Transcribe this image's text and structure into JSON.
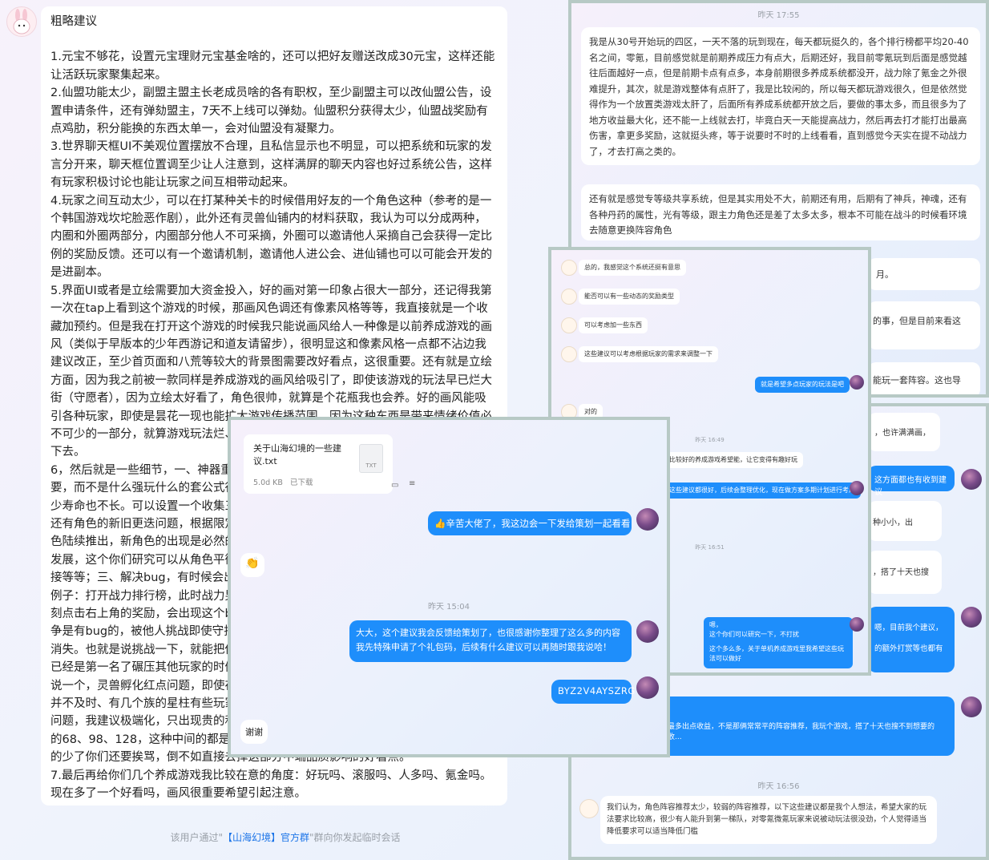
{
  "main": {
    "title": "粗略建议",
    "paragraphs": [
      "1.元宝不够花，设置元宝理财元宝基金啥的，还可以把好友赠送改成30元宝，这样还能让活跃玩家聚集起来。",
      "2.仙盟功能太少，副盟主盟主长老成员啥的各有职权，至少副盟主可以改仙盟公告，设置申请条件，还有弹劾盟主，7天不上线可以弹劾。仙盟积分获得太少，仙盟战奖励有点鸡肋，积分能换的东西太单一，会对仙盟没有凝聚力。",
      "3.世界聊天框UI不美观位置摆放不合理，且私信显示也不明显，可以把系统和玩家的发言分开来，聊天框位置调至少让人注意到，这样满屏的聊天内容也好过系统公告，这样有玩家积极讨论也能让玩家之间互相带动起来。",
      "4.玩家之间互动太少，可以在打某种关卡的时候借用好友的一个角色这种（参考的是一个韩国游戏坎坨脸恶作剧），此外还有灵兽仙铺内的材料获取，我认为可以分成两种，内圈和外圈两部分，内圈部分他人不可采摘，外圈可以邀请他人采摘自己会获得一定比例的奖励反馈。还可以有一个邀请机制，邀请他人进公会、进仙铺也可以可能会开发的是进副本。",
      "5.界面UI或者是立绘需要加大资金投入，好的画对第一印象占很大一部分，还记得我第一次在tap上看到这个游戏的时候，那画风色调还有像素风格等等，我直接就是一个收藏加预约。但是我在打开这个游戏的时候我只能说画风给人一种像是以前养成游戏的画风（类似于早版本的少年西游记和道友请留步），很明显这和像素风格一点都不沾边我建议改正，至少首页面和八荒等较大的背景图需要改好看点，这很重要。还有就是立绘方面，因为我之前被一款同样是养成游戏的画风给吸引了，即使该游戏的玩法早已烂大街（守愿者），因为立绘太好看了，角色很帅，就算是个花瓶我也会养。好的画风能吸引各种玩家，即使是昙花一现也能扩大游戏传播范围，因为这种东西是带来情绪价值必不可少的一部分，就算游戏玩法烂、单一，但是",
      "下去。",
      "6，然后就是一些细节，一、神器重",
      "要，而不是什么强玩什么的套公式行",
      "少寿命也不长。可以设置一个收集三",
      "还有角色的新旧更迭问题，根据限定",
      "色陆续推出，新角色的出现是必然的",
      "发展，这个你们研究可以从角色平衡",
      "接等等；三、解决bug，有时候会出",
      "例子：打开战力排行榜，此时战力男",
      "刻点击右上角的奖励，会出现这个b",
      "争是有bug的，被他人挑战即使守护",
      "消失。也就是说挑战一下，就能把你",
      "已经是第一名了碾压其他玩家的时候",
      "说一个，灵兽孵化红点问题，即使在",
      "并不及时、有几个族的星柱有些玩家",
      "问题，我建议极端化，只出现贵的和",
      "的68、98、128，这种中间的都是摸",
      "的少了你们还要挨骂，倒不如直接去掉这部分中端品质影响的好看点。",
      "7.最后再给你们几个养成游戏我比较在意的角度：好玩吗、滚服吗、人多吗、氪金吗。现在多了一个好看吗，画风很重要希望引起注意。"
    ]
  },
  "footer": {
    "prefix": "该用户通过\"",
    "group": "【山海幻境】官方群",
    "suffix": "\"群向你发起临时会话"
  },
  "top_right": {
    "timestamp": "昨天 17:55",
    "bubble1": "我是从30号开始玩的四区，一天不落的玩到现在，每天都玩挺久的，各个排行榜都平均20-40名之间，零氪，目前感觉就是前期养成压力有点大，后期还好，我目前零氪玩到后面是感觉越往后面越好一点，但是前期卡点有点多，本身前期很多养成系统都没开，战力除了氪金之外很难提升，其次，就是游戏整体有点肝了，我是比较闲的，所以每天都玩游戏很久，但是依然觉得作为一个放置类游戏太肝了，后面所有养成系统都开放之后，要做的事太多，而且很多为了地方收益最大化，还不能一上线就去打，毕竟白天一天能提高战力，然后再去打才能打出最高伤害，拿更多奖励，这就挺头疼，等于说要时不时的上线看看，直到感觉今天实在提不动战力了，才去打高之类的。",
    "bubble2": "还有就是感觉专等级共享系统，但是其实用处不大，前期还有用，后期有了神兵，神魂，还有各种丹药的属性，光有等级，跟主力角色还是差了太多太多，根本不可能在战斗的时候看环境去随意更换阵容角色",
    "frag1": "月。",
    "frag2": "的事，但是目前来看这",
    "frag3": "能玩一套阵容。这也导"
  },
  "mid": {
    "msgs": [
      "总的，我感觉这个系统还挺有意思",
      "能否可以有一些动态的奖励类型",
      "可以考虑加一些东西",
      "这些建议可以考虑根据玩家的需求来调整一下"
    ],
    "reply1": "就是希望多点玩家的玩法是吧",
    "ts1": "昨天 16:49",
    "line_a": "对的",
    "line_b": "比较好的养成游戏希望能，让它变得有趣好玩",
    "reply2": "这些建议都很好，后续会整理优化，现在做方案多期计划进行考虑",
    "ts2": "昨天 16:51",
    "reply3_title": "嗯，",
    "reply3_l1": "这个你们可以研究一下，不打扰",
    "reply3_l2": "这个多么多，关于单机养成游戏里我希望这些玩法可以做好"
  },
  "br": {
    "frag1": "，也许满满画，",
    "reply1": "这方面都也有收到建议",
    "frag2": "种小小，出",
    "frag3": "，搭了十天也搜",
    "reply2_a": "嗯，目前我个建议，",
    "reply2_b": "的额外打赏等也都有",
    "reply3": "最多出点收益，不是那俩常常平的阵容推荐，我玩个游戏，搭了十天也搜不到想要的收...",
    "timestamp": "昨天 16:56",
    "last": "我们认为，角色阵容推荐太少，较弱的阵容推荐，以下这些建议都是我个人想法，希望大家的玩法要求比较高，很少有人能升到第一梯队，对零氪微氪玩家来说被动玩法很没劲，个人觉得适当降低要求可以适当降低门槛"
  },
  "front": {
    "file_name": "关于山海幻境的一些建议.txt",
    "file_size": "5.0d KB",
    "file_status": "已下载",
    "file_ext": "TXT",
    "msg1": "👍辛苦大佬了，我这边会一下发给策划一起看看",
    "emoji": "👏",
    "timestamp": "昨天 15:04",
    "msg2_line1": "大大，这个建议我会反馈给策划了，也很感谢你整理了这么多的内容",
    "msg2_line2": "我先特殊申请了个礼包码，后续有什么建议可以再随时跟我说哈！",
    "code": "BYZ2V4AYSZRG",
    "thanks": "谢谢"
  },
  "colors": {
    "accent_blue": "#1e8efb",
    "frame": "#b7c9c5"
  }
}
